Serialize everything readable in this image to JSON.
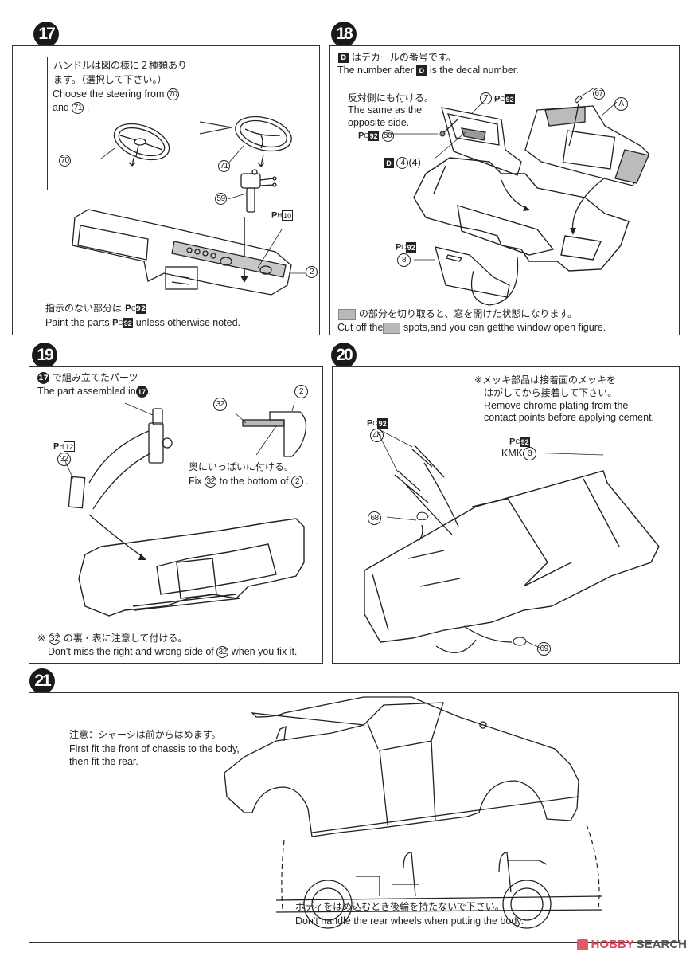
{
  "steps": [
    {
      "number": "17",
      "callout": {
        "jp_line1": "ハンドルは図の様に２種類あり",
        "jp_line2": "ます。（選択して下さい。）",
        "en_line1": "Choose the steering from",
        "en_line2": "and",
        "part_a": "70",
        "part_b": "71"
      },
      "labels": {
        "wheel_a": "70",
        "wheel_b": "71",
        "column": "59",
        "dash": "2",
        "paint_code": "10",
        "paint_prefix": "P",
        "paint_sub": "H"
      },
      "note": {
        "jp": "指示のない部分は",
        "en_prefix": "Paint the parts",
        "en_suffix": "unless otherwise noted.",
        "paint_prefix": "P",
        "paint_sub": "C",
        "paint_code": "92"
      }
    },
    {
      "number": "18",
      "header": {
        "decal_badge": "D",
        "jp": "はデカールの番号です。",
        "en_prefix": "The number after",
        "en_suffix": "is the decal number."
      },
      "side_note": {
        "jp": "反対側にも付ける。",
        "en_line1": "The same as the",
        "en_line2": "opposite side."
      },
      "labels": {
        "part_7": "7",
        "part_50": "50",
        "part_67": "67",
        "part_A": "A",
        "part_8": "8",
        "decal_a": "4",
        "decal_b": "(4)",
        "paint_code": "92",
        "paint_prefix": "P",
        "paint_sub": "C"
      },
      "footer": {
        "jp": "の部分を切り取ると、窓を開けた状態になります。",
        "en_prefix": "Cut off the",
        "en_suffix": "spots,and you can getthe window open figure."
      }
    },
    {
      "number": "19",
      "header": {
        "ref_step": "17",
        "jp": "で組み立てたパーツ",
        "en": "The part assembled in"
      },
      "labels": {
        "part_32": "32",
        "part_2": "2",
        "paint_code": "12",
        "paint_prefix": "P",
        "paint_sub": "H"
      },
      "fix_note": {
        "jp": "奥にいっぱいに付ける。",
        "en_prefix": "Fix",
        "en_mid": "to the bottom of"
      },
      "footer": {
        "mark": "※",
        "jp": "の裏・表に注意して付ける。",
        "en_prefix": "Don't miss the right and wrong side of",
        "en_suffix": "when you fix it."
      }
    },
    {
      "number": "20",
      "note": {
        "jp_line1": "※メッキ部品は接着面のメッキを",
        "jp_line2": "はがしてから接着して下さい。",
        "en_line1": "Remove chrome plating from the",
        "en_line2": "contact points before applying cement."
      },
      "labels": {
        "part_48": "48",
        "part_68": "68",
        "part_69": "69",
        "part_3": "3",
        "kmk": "KMK",
        "paint_code": "92",
        "paint_prefix": "P",
        "paint_sub": "C"
      }
    },
    {
      "number": "21",
      "note": {
        "jp": "注意：シャーシは前からはめます。",
        "en_line1": "First fit the front of chassis to the body,",
        "en_line2": "then fit the rear."
      },
      "footer": {
        "jp": "ボディをはめ込むとき後輪を持たないで下さい。",
        "en": "Don't handle the rear wheels when putting the body."
      }
    }
  ],
  "watermark": {
    "brand_a": "HOBBY",
    "brand_b": "SEARCH",
    "color_a": "#d9475a",
    "color_b": "#555555"
  }
}
